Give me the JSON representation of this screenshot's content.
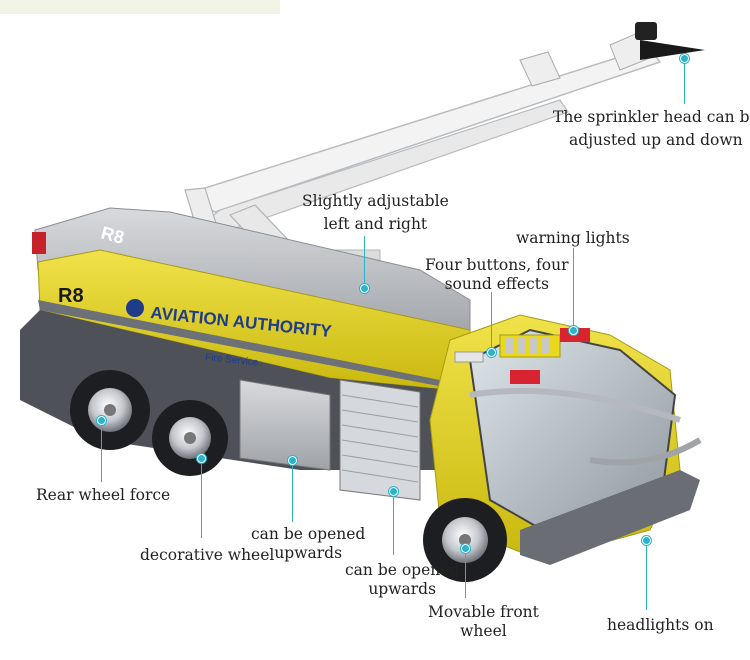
{
  "truck": {
    "unit_number": "R8",
    "roof_number": "R8",
    "title": "AVIATION AUTHORITY",
    "subtitle": "Fire Service",
    "colors": {
      "body": "#e3d21a",
      "dark": "#4e5158",
      "chrome": "#c9cdd2",
      "accent": "#2bb3c8"
    }
  },
  "annotations": {
    "sprinkler": [
      "The sprinkler head can be",
      "adjusted up and down"
    ],
    "adjustable": [
      "Slightly adjustable",
      "left and right"
    ],
    "buttons": [
      "Four buttons, four",
      "sound effects"
    ],
    "warning": "warning lights",
    "rear_wheel": "Rear wheel force",
    "decorative": "decorative wheel",
    "door1": [
      "can be opened",
      "upwards"
    ],
    "door2": [
      "can be opened",
      "upwards"
    ],
    "front_wheel": [
      "Movable front",
      "wheel"
    ],
    "headlights": "headlights on"
  }
}
